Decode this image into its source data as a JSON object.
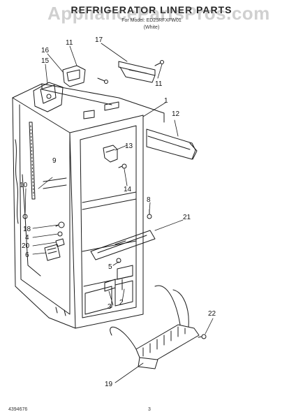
{
  "title": "REFRIGERATOR LINER PARTS",
  "watermark": "AppliancePartsPros.com",
  "subtitle_model": "For Model: ED25RFXFW01",
  "subtitle_color": "(White)",
  "doc_number": "4394676",
  "page_number": "3",
  "callouts": [
    "1",
    "2",
    "3",
    "4",
    "5",
    "6",
    "8",
    "9",
    "10",
    "11",
    "11",
    "12",
    "13",
    "14",
    "15",
    "16",
    "17",
    "18",
    "19",
    "20",
    "21",
    "22"
  ],
  "colors": {
    "line": "#1a1a1a",
    "background": "#ffffff",
    "watermark": "#9a9a9a"
  }
}
